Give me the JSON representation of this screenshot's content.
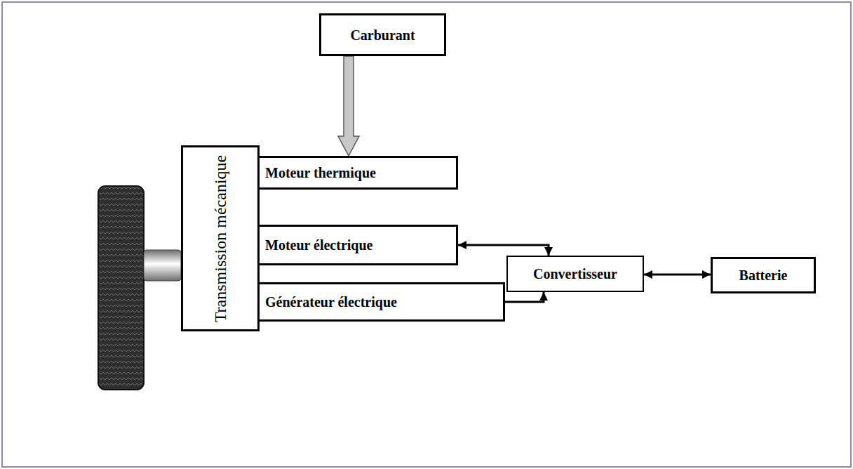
{
  "diagram": {
    "nodes": [
      {
        "text": [
          "Carburant"
        ]
      },
      {
        "text": [
          "Transmission mécanique"
        ]
      },
      {
        "text": [
          "Moteur thermique"
        ]
      },
      {
        "text": [
          "Moteur électrique"
        ]
      },
      {
        "text": [
          "Convertisseur"
        ]
      },
      {
        "text": [
          "Batterie"
        ]
      },
      {
        "text": [
          "Générateur électrique"
        ]
      }
    ],
    "edges": [
      {
        "from": 0,
        "to": 2,
        "arrow": "to"
      },
      {
        "from": 3,
        "to": 4,
        "arrow": "both"
      },
      {
        "from": 6,
        "to": 4,
        "arrow": "to"
      },
      {
        "from": 4,
        "to": 5,
        "arrow": "both"
      }
    ]
  }
}
